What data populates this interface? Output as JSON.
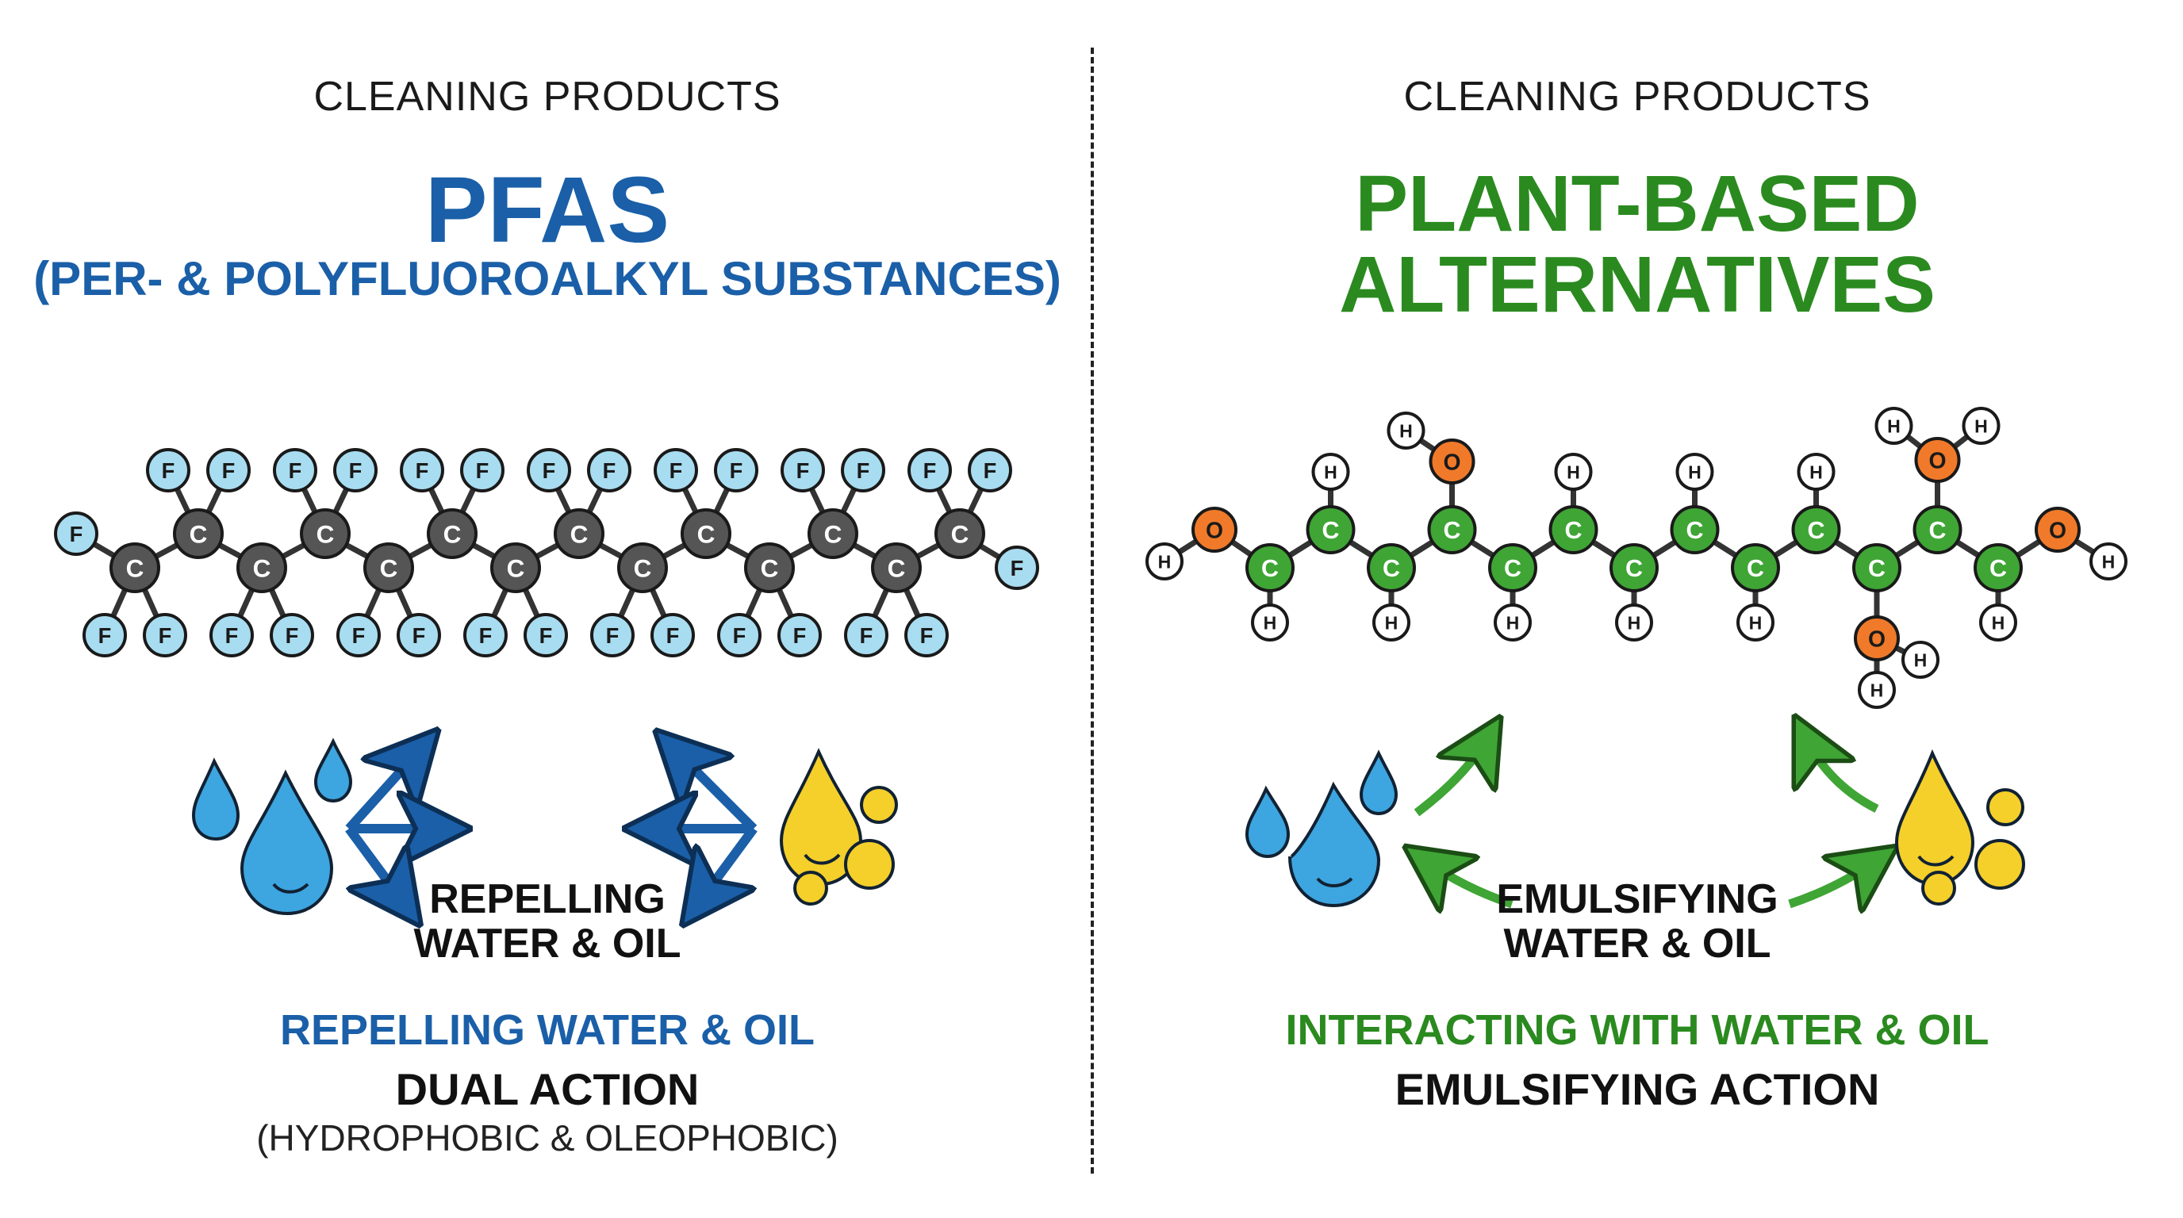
{
  "left": {
    "category": "CLEANING PRODUCTS",
    "title": "PFAS",
    "subtitle": "(PER- & POLYFLUOROALKYL SUBSTANCES)",
    "action_line1": "REPELLING",
    "action_line2": "WATER & OIL",
    "caption": "REPELLING WATER & OIL",
    "caption_action": "DUAL ACTION",
    "caption_detail": "(HYDROPHOBIC & OLEOPHOBIC)"
  },
  "right": {
    "category": "CLEANING PRODUCTS",
    "title_line1": "PLANT-BASED",
    "title_line2": "ALTERNATIVES",
    "action_line1": "EMULSIFYING",
    "action_line2": "WATER & OIL",
    "caption": "INTERACTING WITH WATER & OIL",
    "caption_action": "EMULSIFYING ACTION"
  },
  "atoms": {
    "carbon": "C",
    "fluorine": "F",
    "oxygen": "O",
    "hydrogen": "H"
  },
  "colors": {
    "pfas_blue": "#1a5fa8",
    "plant_green": "#2a8a1f",
    "carbon_gray": "#555555",
    "fluorine_blue": "#a8dcf0",
    "carbon_green": "#3fa535",
    "oxygen_orange": "#f07a2a",
    "water_blue": "#3da5e0",
    "oil_yellow": "#f5cf2a"
  },
  "icons": {
    "logo": "magnifier-atom-icon"
  }
}
